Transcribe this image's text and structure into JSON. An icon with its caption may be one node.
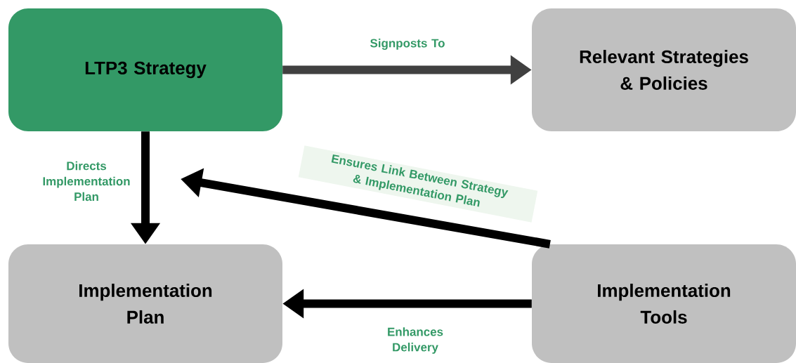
{
  "diagram": {
    "nodes": [
      {
        "text": [
          "LTP3 Strategy"
        ]
      },
      {
        "text": [
          "Relevant Strategies & Policies"
        ]
      },
      {
        "text": [
          "Implementation Plan"
        ]
      },
      {
        "text": [
          "Implementation Tools"
        ]
      }
    ],
    "edges": [
      {
        "from": 0,
        "to": 1,
        "arrow": "to",
        "label": "Signposts To",
        "color": "#404040"
      },
      {
        "from": 0,
        "to": 2,
        "arrow": "to",
        "label": "Directs Implementation Plan"
      },
      {
        "from": 3,
        "to": null,
        "arrow": "to",
        "label": "Ensures Link Between Strategy & Implementation Plan"
      },
      {
        "from": 3,
        "to": 2,
        "arrow": "to",
        "label": "Enhances Delivery"
      }
    ]
  }
}
